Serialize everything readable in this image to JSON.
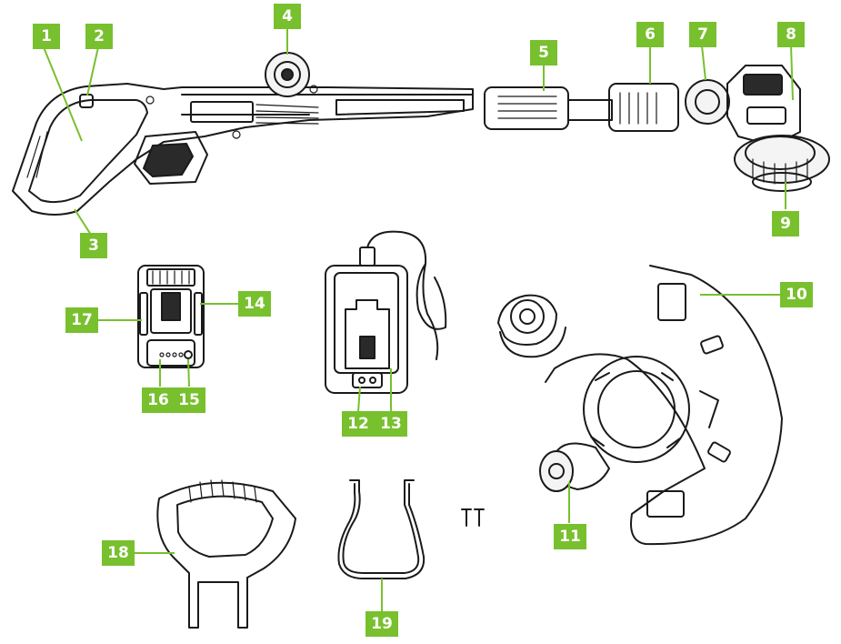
{
  "accent_color": "#78c02e",
  "line_color": "#1a1a1a",
  "callouts": [
    {
      "label": "1",
      "part": "rear-handle"
    },
    {
      "label": "2",
      "part": "trigger-lock"
    },
    {
      "label": "3",
      "part": "handle-grip-base"
    },
    {
      "label": "4",
      "part": "shaft-knob"
    },
    {
      "label": "5",
      "part": "shaft-adjustment-collar"
    },
    {
      "label": "6",
      "part": "head-tilt-housing"
    },
    {
      "label": "7",
      "part": "head-angle-knob"
    },
    {
      "label": "8",
      "part": "motor-housing"
    },
    {
      "label": "9",
      "part": "spool-cover"
    },
    {
      "label": "10",
      "part": "guard"
    },
    {
      "label": "11",
      "part": "guard-knob"
    },
    {
      "label": "12",
      "part": "charger-indicator-light"
    },
    {
      "label": "13",
      "part": "charger"
    },
    {
      "label": "14",
      "part": "battery-latch"
    },
    {
      "label": "15",
      "part": "battery-button"
    },
    {
      "label": "16",
      "part": "battery-level-indicator"
    },
    {
      "label": "17",
      "part": "battery-pack"
    },
    {
      "label": "18",
      "part": "front-handle"
    },
    {
      "label": "19",
      "part": "wheel-guide"
    }
  ]
}
